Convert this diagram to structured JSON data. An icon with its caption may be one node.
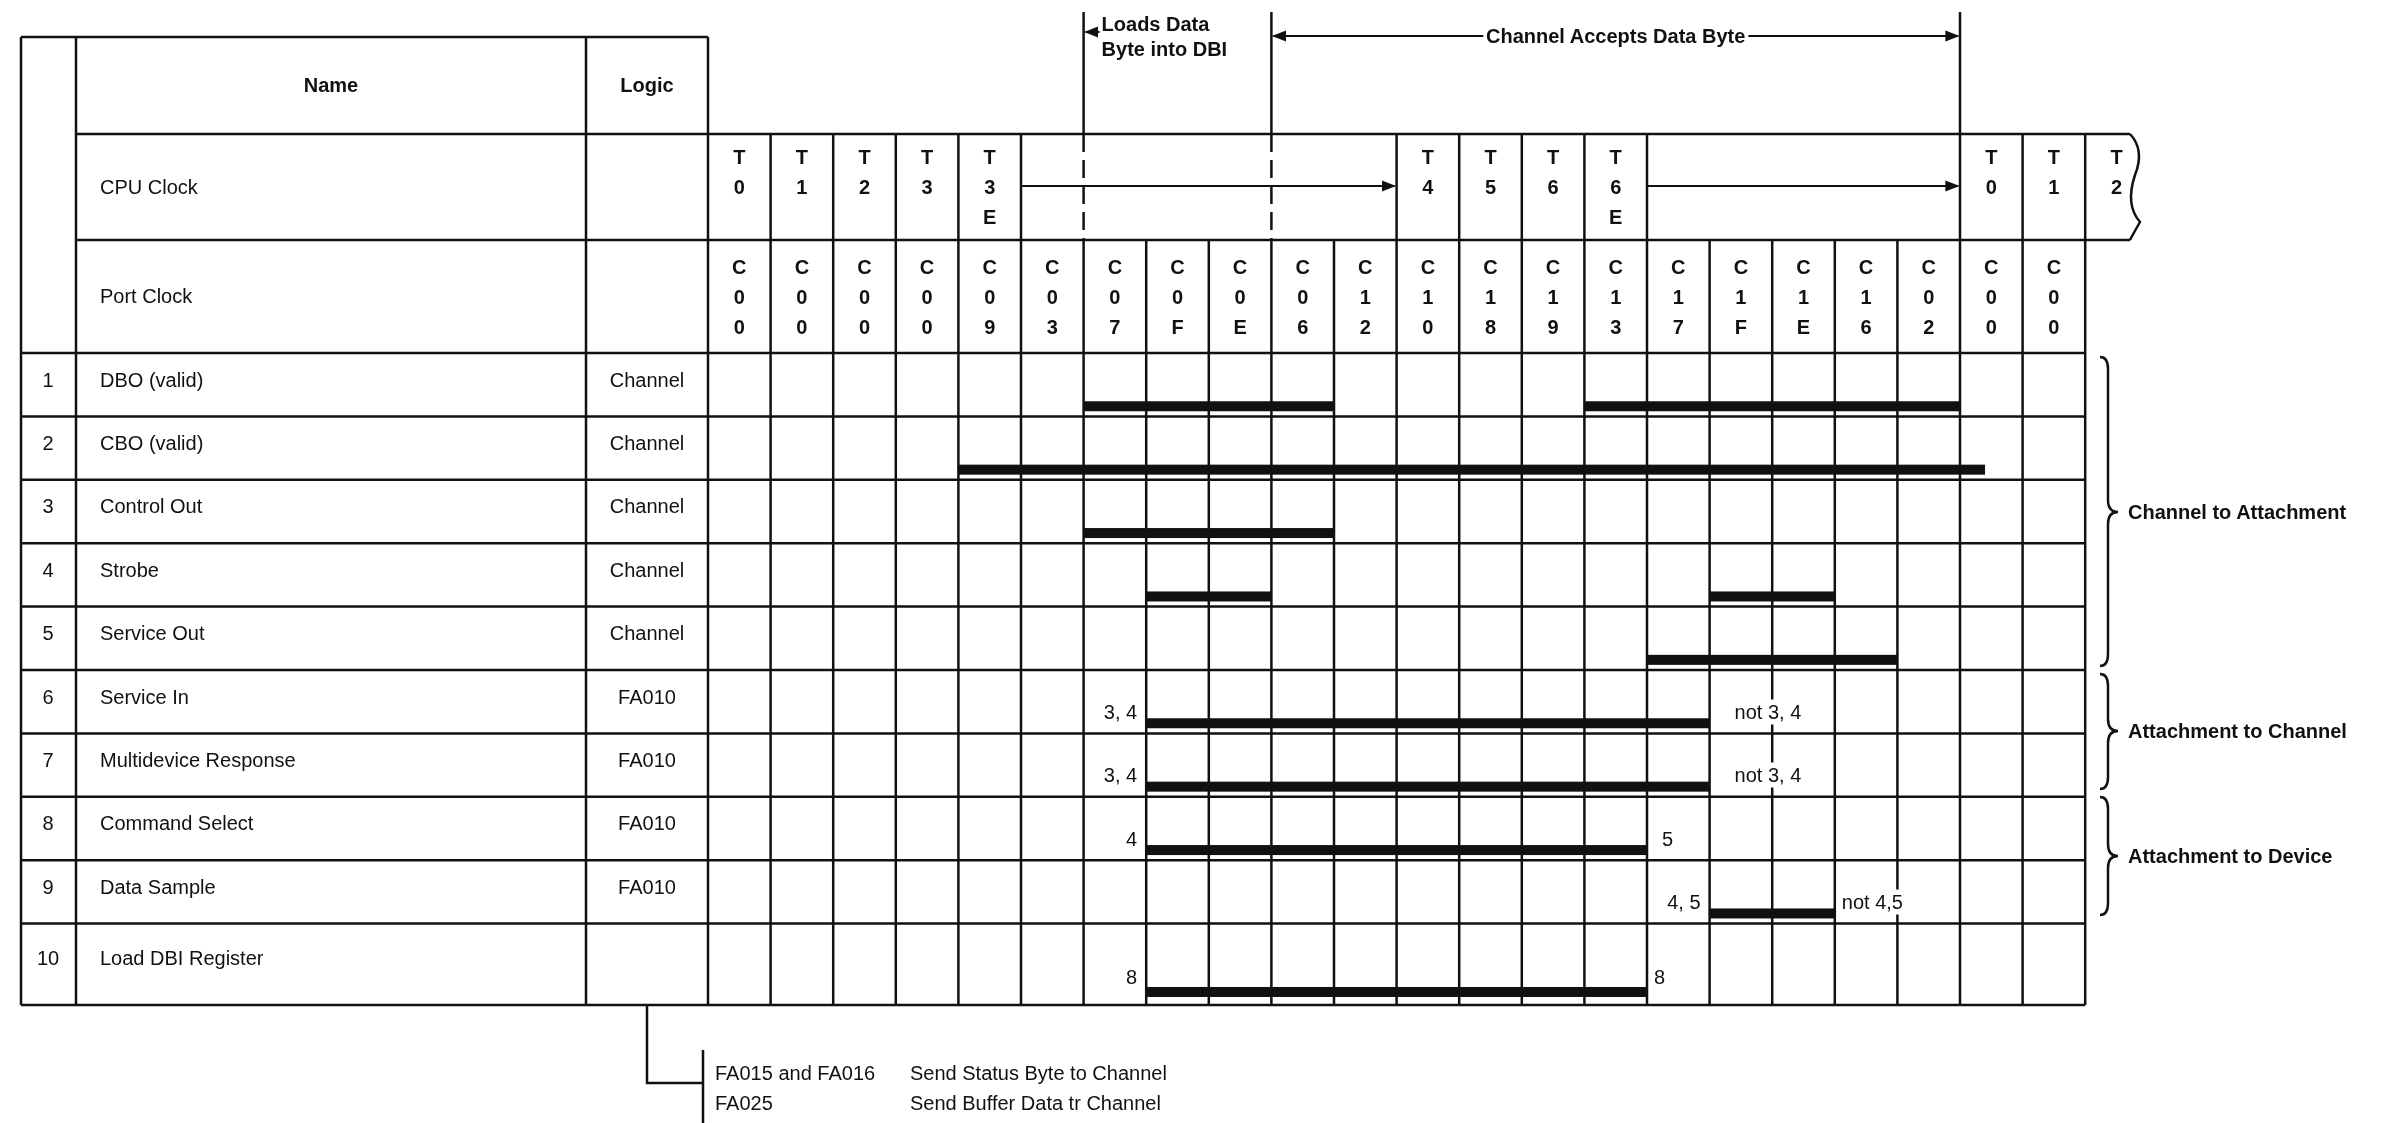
{
  "diagram": {
    "labels": [
      "Loads Data Byte into DBI",
      "Channel Accepts Data Byte",
      "Name",
      "Logic",
      "CPU Clock",
      "T0",
      "T1",
      "T2",
      "T3",
      "T3E",
      "T4",
      "T5",
      "T6",
      "T6E",
      "T0",
      "T1",
      "T2",
      "Port Clock",
      "C00",
      "C00",
      "C00",
      "C00",
      "C09",
      "C03",
      "C07",
      "C0F",
      "C0E",
      "C06",
      "C12",
      "C10",
      "C18",
      "C19",
      "C13",
      "C17",
      "C1F",
      "C1E",
      "C16",
      "C02",
      "C00",
      "C00",
      "1",
      "DBO (valid)",
      "Channel",
      "2",
      "CBO (valid)",
      "Channel",
      "3",
      "Control Out",
      "Channel",
      "Channel to Attachment",
      "4",
      "Strobe",
      "Channel",
      "5",
      "Service Out",
      "Channel",
      "6",
      "Service In",
      "FA010",
      "3, 4",
      "not 3, 4",
      "Attachment to Channel",
      "7",
      "Multidevice Response",
      "FA010",
      "3, 4",
      "not 3, 4",
      "8",
      "Command Select",
      "FA010",
      "4",
      "5",
      "Attachment to Device",
      "9",
      "Data Sample",
      "FA010",
      "4, 5",
      "not 4,5",
      "10",
      "Load DBI Register",
      "8",
      "8",
      "FA015 and FA016",
      "Send Status Byte to Channel",
      "FA025",
      "Send Buffer Data tr Channel"
    ]
  }
}
